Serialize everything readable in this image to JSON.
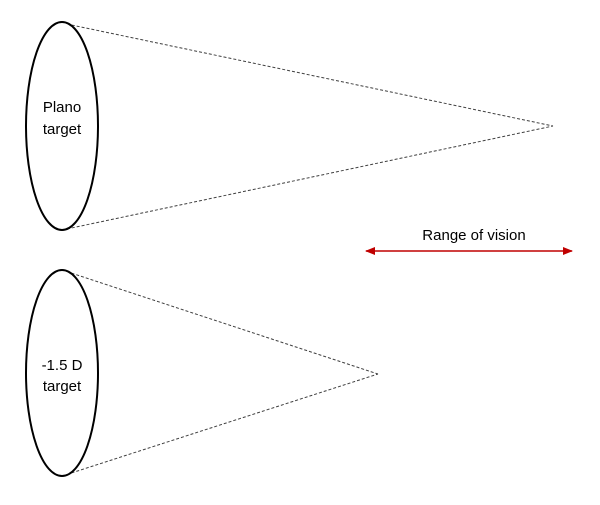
{
  "targets": [
    {
      "line1": "Plano",
      "line2": "target"
    },
    {
      "line1": "-1.5 D",
      "line2": "target"
    }
  ],
  "range": {
    "label": "Range of vision",
    "arrow_color": "#c00000"
  },
  "colors": {
    "ellipse_stroke": "#000000",
    "cone_line": "#404040"
  }
}
